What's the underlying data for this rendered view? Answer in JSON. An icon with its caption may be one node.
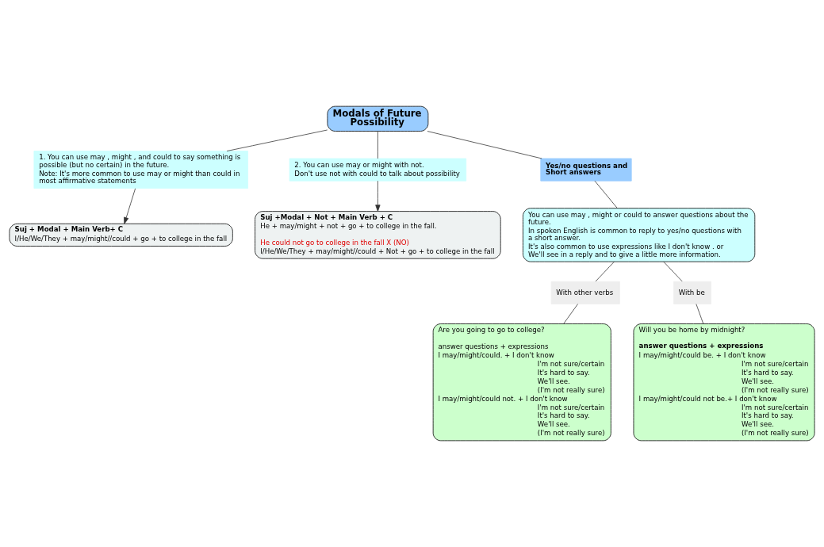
{
  "diagram": {
    "nodes": [
      {
        "text": [
          "Suj + Modal + Main Verb+ C",
          "I/He/We/They + may/might//could + go + to college in the fall"
        ]
      },
      {
        "text": [
          "Suj +Modal + Not + Main Verb + C",
          "He + may/might + not + go + to college in the fall.",
          "He could not go to college in the fall X (NO)",
          "I/He/We/They + may/might//could + Not + go + to college in the fall"
        ]
      },
      {
        "text": [
          "1. You can use may , might , and could to say something is possible (but no certain) in the future.",
          "Note: It's more common to use may or might than could in most affirmative statements"
        ]
      },
      {
        "text": [
          "Modals of Future Possibility"
        ]
      },
      {
        "text": [
          "2. You can use may or might with not.",
          "Don't use not with could to talk about possibility"
        ]
      },
      {
        "text": [
          "Yes/no questions and Short answers"
        ]
      },
      {
        "text": [
          "You can use may , might or could to answer questions about the future.",
          "In spoken English is common to reply to yes/no questions with a short answer.",
          "It's also common to use expressions like I don't know . or We'll see in a reply and to give a little more information."
        ]
      },
      {
        "text": [
          "With other verbs"
        ]
      },
      {
        "text": [
          "With be"
        ]
      },
      {
        "text": [
          "Are you going to go to college?",
          "answer questions + expressions",
          "I may/might/could. + I don't know",
          "I'm not sure/certain",
          "It's hard to say.",
          "We'll see.",
          "(I'm not really sure)",
          "I may/might/could not. + I don't know",
          "I'm not sure/certain",
          "It's hard to say.",
          "We'll see.",
          "(I'm not really sure)"
        ]
      },
      {
        "text": [
          "Will you be home by midnight?",
          "answer questions + expressions",
          "I may/might/could be. + I don't know",
          "I'm not sure/certain",
          "It's hard to say.",
          "We'll see.",
          "(I'm not really sure)",
          "I may/might/could not be.+ I don't know",
          "I'm not sure/certain",
          "It's hard to say.",
          "We'll see.",
          "(I'm not really sure)"
        ]
      }
    ],
    "edges": [
      {
        "from": 2,
        "to": 0,
        "arrow": "to"
      },
      {
        "from": 3,
        "to": 2,
        "arrow": "none"
      },
      {
        "from": 3,
        "to": 4,
        "arrow": "none"
      },
      {
        "from": 4,
        "to": 1,
        "arrow": "to"
      },
      {
        "from": 3,
        "to": 5,
        "arrow": "none"
      },
      {
        "from": 5,
        "to": 6,
        "arrow": "none"
      },
      {
        "from": 6,
        "to": 7,
        "arrow": "none"
      },
      {
        "from": 7,
        "to": 9,
        "arrow": "none"
      },
      {
        "from": 6,
        "to": 8,
        "arrow": "none"
      },
      {
        "from": 8,
        "to": 10,
        "arrow": "none"
      }
    ]
  }
}
